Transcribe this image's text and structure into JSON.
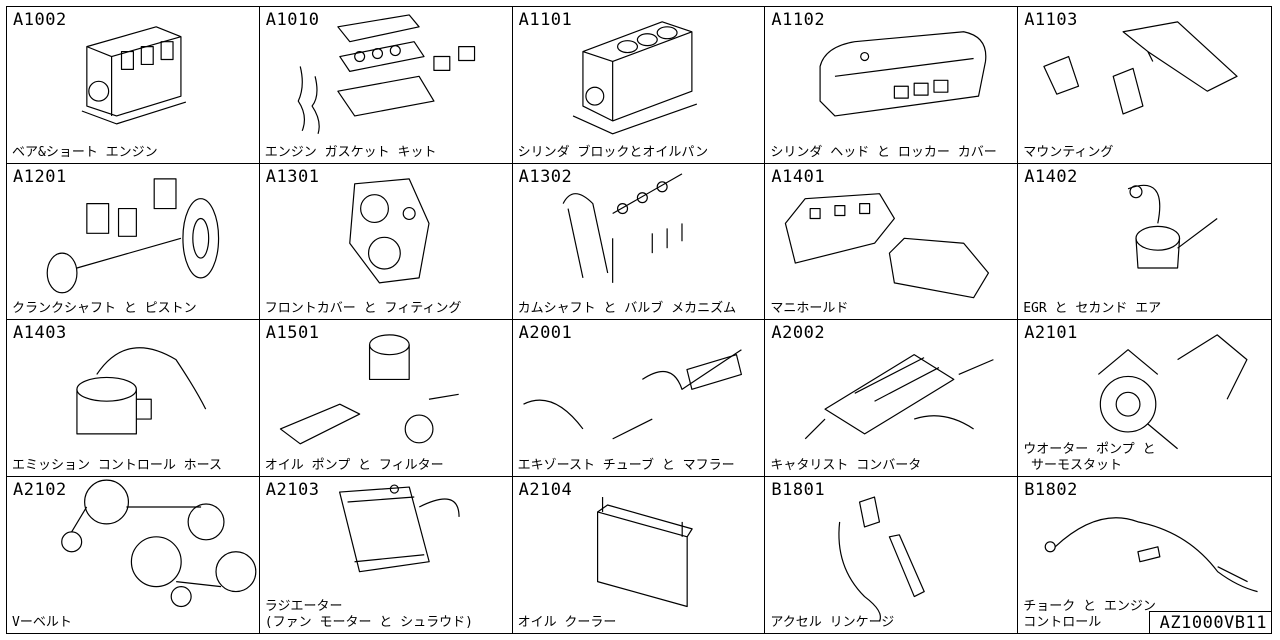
{
  "catalog_code": "AZ1000VB11",
  "cells": [
    {
      "code": "A1002",
      "label": "ベア&ショート エンジン"
    },
    {
      "code": "A1010",
      "label": "エンジン ガスケット キット"
    },
    {
      "code": "A1101",
      "label": "シリンダ ブロックとオイルパン"
    },
    {
      "code": "A1102",
      "label": "シリンダ ヘッド と ロッカー カバー"
    },
    {
      "code": "A1103",
      "label": "マウンティング"
    },
    {
      "code": "A1201",
      "label": "クランクシャフト と ピストン"
    },
    {
      "code": "A1301",
      "label": "フロントカバー と フィティング"
    },
    {
      "code": "A1302",
      "label": "カムシャフト と バルブ メカニズム"
    },
    {
      "code": "A1401",
      "label": "マニホールド"
    },
    {
      "code": "A1402",
      "label": "EGR と セカンド エア"
    },
    {
      "code": "A1403",
      "label": "エミッション コントロール ホース"
    },
    {
      "code": "A1501",
      "label": "オイル ポンプ と フィルター"
    },
    {
      "code": "A2001",
      "label": "エキゾースト チューブ と マフラー"
    },
    {
      "code": "A2002",
      "label": "キャタリスト コンバータ"
    },
    {
      "code": "A2101",
      "label": "ウオーター ポンプ と\n サーモスタット"
    },
    {
      "code": "A2102",
      "label": "Vーベルト"
    },
    {
      "code": "A2103",
      "label": "ラジエーター\n(ファン モーター と シュラウド)"
    },
    {
      "code": "A2104",
      "label": "オイル クーラー"
    },
    {
      "code": "B1801",
      "label": "アクセル リンケージ"
    },
    {
      "code": "B1802",
      "label": "チョーク と エンジン\nコントロール"
    }
  ]
}
